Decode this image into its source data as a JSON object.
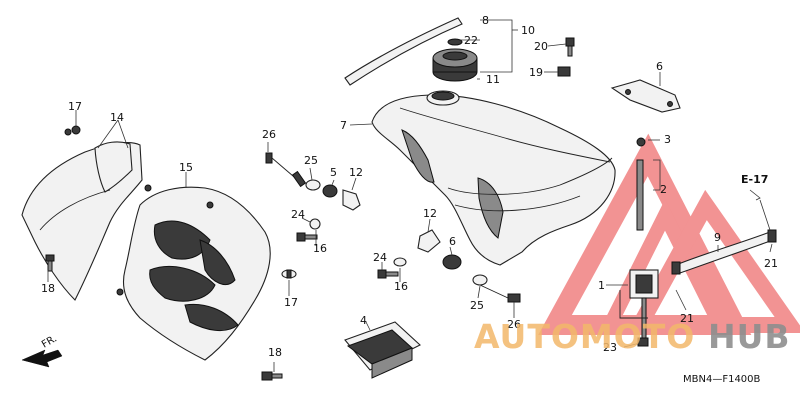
{
  "callouts": [
    {
      "id": "c1",
      "text": "1"
    },
    {
      "id": "c2",
      "text": "2"
    },
    {
      "id": "c3",
      "text": "3"
    },
    {
      "id": "c4",
      "text": "4"
    },
    {
      "id": "c5",
      "text": "5"
    },
    {
      "id": "c6",
      "text": "6"
    },
    {
      "id": "c6b",
      "text": "6"
    },
    {
      "id": "c7",
      "text": "7"
    },
    {
      "id": "c8",
      "text": "8"
    },
    {
      "id": "c9",
      "text": "9"
    },
    {
      "id": "c10",
      "text": "10"
    },
    {
      "id": "c11",
      "text": "11"
    },
    {
      "id": "c12",
      "text": "12"
    },
    {
      "id": "c12b",
      "text": "12"
    },
    {
      "id": "c14",
      "text": "14"
    },
    {
      "id": "c15",
      "text": "15"
    },
    {
      "id": "c17",
      "text": "17"
    },
    {
      "id": "c17b",
      "text": "17"
    },
    {
      "id": "c18",
      "text": "18"
    },
    {
      "id": "c18b",
      "text": "18"
    },
    {
      "id": "c19",
      "text": "19"
    },
    {
      "id": "c20",
      "text": "20"
    },
    {
      "id": "c21",
      "text": "21"
    },
    {
      "id": "c21b",
      "text": "21"
    },
    {
      "id": "c22",
      "text": "22"
    },
    {
      "id": "c23",
      "text": "23"
    },
    {
      "id": "c24",
      "text": "24"
    },
    {
      "id": "c24b",
      "text": "24"
    },
    {
      "id": "c25",
      "text": "25"
    },
    {
      "id": "c25b",
      "text": "25"
    },
    {
      "id": "c26",
      "text": "26"
    },
    {
      "id": "c26b",
      "text": "26"
    }
  ],
  "reference": "E-17",
  "front_label": "FR.",
  "diagram_code": "MBN4—F1400B",
  "watermark": {
    "part1": "AUTOMOTO",
    "part2": "HUB",
    "color_orange": "#f3b86b",
    "color_red": "#e83b3b",
    "color_gray": "#8e8e8e"
  }
}
